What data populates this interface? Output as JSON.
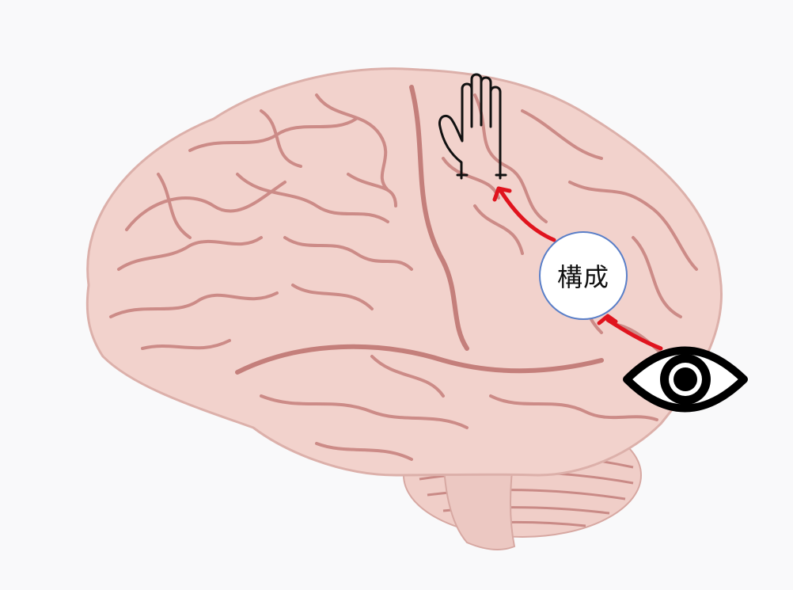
{
  "diagram": {
    "nodes": [
      {
        "id": "hand",
        "icon": "hand-icon"
      },
      {
        "id": "process",
        "label": "構成"
      },
      {
        "id": "eye",
        "icon": "eye-icon"
      }
    ],
    "edges": [
      {
        "from": "eye",
        "to": "process"
      },
      {
        "from": "process",
        "to": "hand"
      }
    ],
    "colors": {
      "background": "#f9f9fa",
      "brain_fill": "#f2d2cc",
      "brain_fold": "#c98a86",
      "arrow": "#e0141e",
      "circle_border": "#5a7fc8"
    }
  }
}
